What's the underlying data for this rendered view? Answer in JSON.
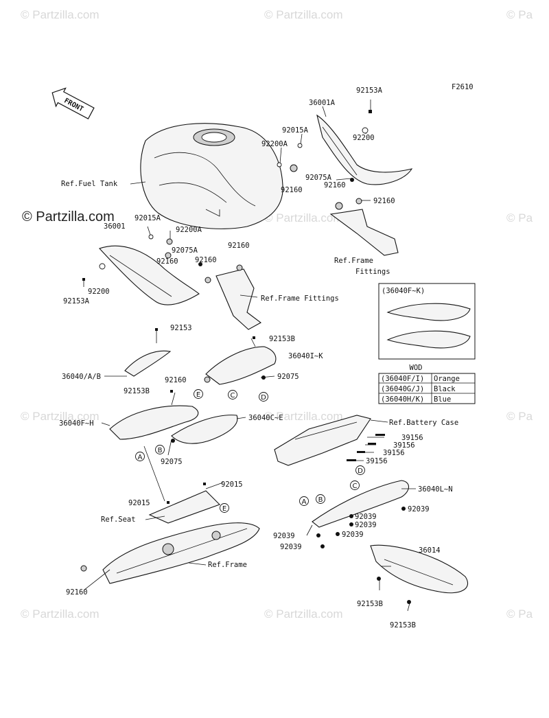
{
  "diagram_code": "F2610",
  "front_label": "FRONT",
  "watermarks": [
    "© Partzilla.com",
    "© Partzilla.com",
    "© Partzilla.com",
    "© Partzilla.com",
    "© Partzilla.com",
    "© Partzilla.com",
    "© Partzilla.com",
    "© Partzilla.com",
    "© Partzilla.com",
    "© Pa",
    "© Pa",
    "© Pa",
    "© Pa"
  ],
  "watermark_main": "© Partzilla.com",
  "labels": {
    "p92153A_top": "92153A",
    "p36001A": "36001A",
    "p92015A_top": "92015A",
    "p92200A_top": "92200A",
    "p92200_top": "92200",
    "ref_fuel_tank": "Ref.Fuel Tank",
    "p92075A_top": "92075A",
    "p92160_t1": "92160",
    "p92160_t2": "92160",
    "p92160_t3": "92160",
    "p92015A_left": "92015A",
    "p36001": "36001",
    "p92200A_left": "92200A",
    "p92075A_left": "92075A",
    "p92160_l1": "92160",
    "p92160_l2": "92160",
    "p92160_l3": "92160",
    "p92200_left": "92200",
    "p92153A_left": "92153A",
    "ref_frame_fittings_1a": "Ref.Frame",
    "ref_frame_fittings_1b": "Fittings",
    "ref_frame_fittings_2": "Ref.Frame Fittings",
    "p92153": "92153",
    "p92153B_1": "92153B",
    "p36040IK": "36040I~K",
    "p36040AB": "36040/A/B",
    "p92160_m": "92160",
    "p92075_m": "92075",
    "p92153B_2": "92153B",
    "p36040FH": "36040F~H",
    "p36040CE": "36040C~E",
    "p92075_l": "92075",
    "p92015_1": "92015",
    "p92015_2": "92015",
    "ref_seat": "Ref.Seat",
    "ref_frame": "Ref.Frame",
    "p92160_b": "92160",
    "ref_battery_case": "Ref.Battery Case",
    "p39156_1": "39156",
    "p39156_2": "39156",
    "p39156_3": "39156",
    "p39156_4": "39156",
    "p36040LN": "36040L~N",
    "p92039_1": "92039",
    "p92039_2": "92039",
    "p92039_3": "92039",
    "p92039_4": "92039",
    "p92039_5": "92039",
    "p92039_6": "92039",
    "p36014": "36014",
    "p92153B_3": "92153B",
    "p92153B_4": "92153B"
  },
  "inset": {
    "title": "(36040F~K)",
    "header": "WOD",
    "rows": [
      {
        "code": "(36040F/I)",
        "color": "Orange"
      },
      {
        "code": "(36040G/J)",
        "color": "Black"
      },
      {
        "code": "(36040H/K)",
        "color": "Blue"
      }
    ]
  },
  "callouts": [
    "A",
    "B",
    "C",
    "D",
    "E"
  ]
}
